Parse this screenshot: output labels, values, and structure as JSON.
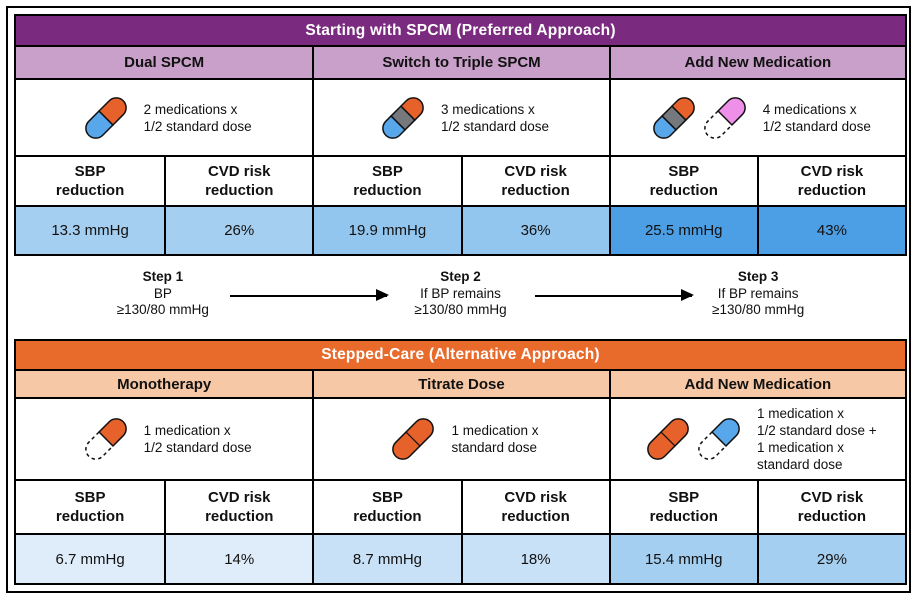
{
  "figure": {
    "top_table": {
      "title": "Starting with SPCM (Preferred Approach)",
      "colors": {
        "header_bg": "#7B2B7F",
        "header_text": "#FFFFFF",
        "subheader_bg": "#C9A0CA"
      },
      "sub_headers": {
        "sbp": "SBP\nreduction",
        "cvd": "CVD risk\nreduction"
      },
      "columns": [
        {
          "label": "Dual SPCM",
          "pill_icons": [
            "pill-dual-orange-blue"
          ],
          "dose_text": "2 medications x\n1/2 standard dose",
          "sbp_value": "13.3 mmHg",
          "cvd_value": "26%",
          "value_bg": "#A5CFF0"
        },
        {
          "label": "Switch to Triple SPCM",
          "pill_icons": [
            "pill-triple-orange-gray-blue"
          ],
          "dose_text": "3 medications x\n1/2 standard dose",
          "sbp_value": "19.9 mmHg",
          "cvd_value": "36%",
          "value_bg": "#92C6EE"
        },
        {
          "label": "Add New Medication",
          "pill_icons": [
            "pill-triple-orange-gray-blue",
            "pill-half-pink-dashed"
          ],
          "dose_text": "4 medications x\n1/2 standard dose",
          "sbp_value": "25.5 mmHg",
          "cvd_value": "43%",
          "value_bg": "#4C9FE4"
        }
      ]
    },
    "steps": [
      {
        "label": "Step 1",
        "text": "BP\n≥130/80 mmHg"
      },
      {
        "label": "Step 2",
        "text": "If BP remains\n≥130/80 mmHg"
      },
      {
        "label": "Step 3",
        "text": "If BP remains\n≥130/80 mmHg"
      }
    ],
    "bottom_table": {
      "title": "Stepped-Care (Alternative Approach)",
      "colors": {
        "header_bg": "#E96B2B",
        "header_text": "#FFFFFF",
        "subheader_bg": "#F7C8A5"
      },
      "sub_headers": {
        "sbp": "SBP\nreduction",
        "cvd": "CVD risk\nreduction"
      },
      "columns": [
        {
          "label": "Monotherapy",
          "pill_icons": [
            "pill-half-orange-dashed"
          ],
          "dose_text": "1 medication x\n1/2 standard dose",
          "sbp_value": "6.7 mmHg",
          "cvd_value": "14%",
          "value_bg": "#DFEDFA"
        },
        {
          "label": "Titrate Dose",
          "pill_icons": [
            "pill-solid-orange"
          ],
          "dose_text": "1 medication x\nstandard dose",
          "sbp_value": "8.7 mmHg",
          "cvd_value": "18%",
          "value_bg": "#C8E1F7"
        },
        {
          "label": "Add New Medication",
          "pill_icons": [
            "pill-solid-orange",
            "pill-half-blue-dashed"
          ],
          "dose_text": "1 medication x\n1/2 standard dose +\n1 medication x\nstandard dose",
          "sbp_value": "15.4 mmHg",
          "cvd_value": "29%",
          "value_bg": "#A5CFF0"
        }
      ]
    },
    "pill_colors": {
      "orange": "#E7622B",
      "blue": "#58A7EA",
      "gray": "#75787D",
      "pink": "#EE90E8",
      "outline": "#111111"
    }
  }
}
